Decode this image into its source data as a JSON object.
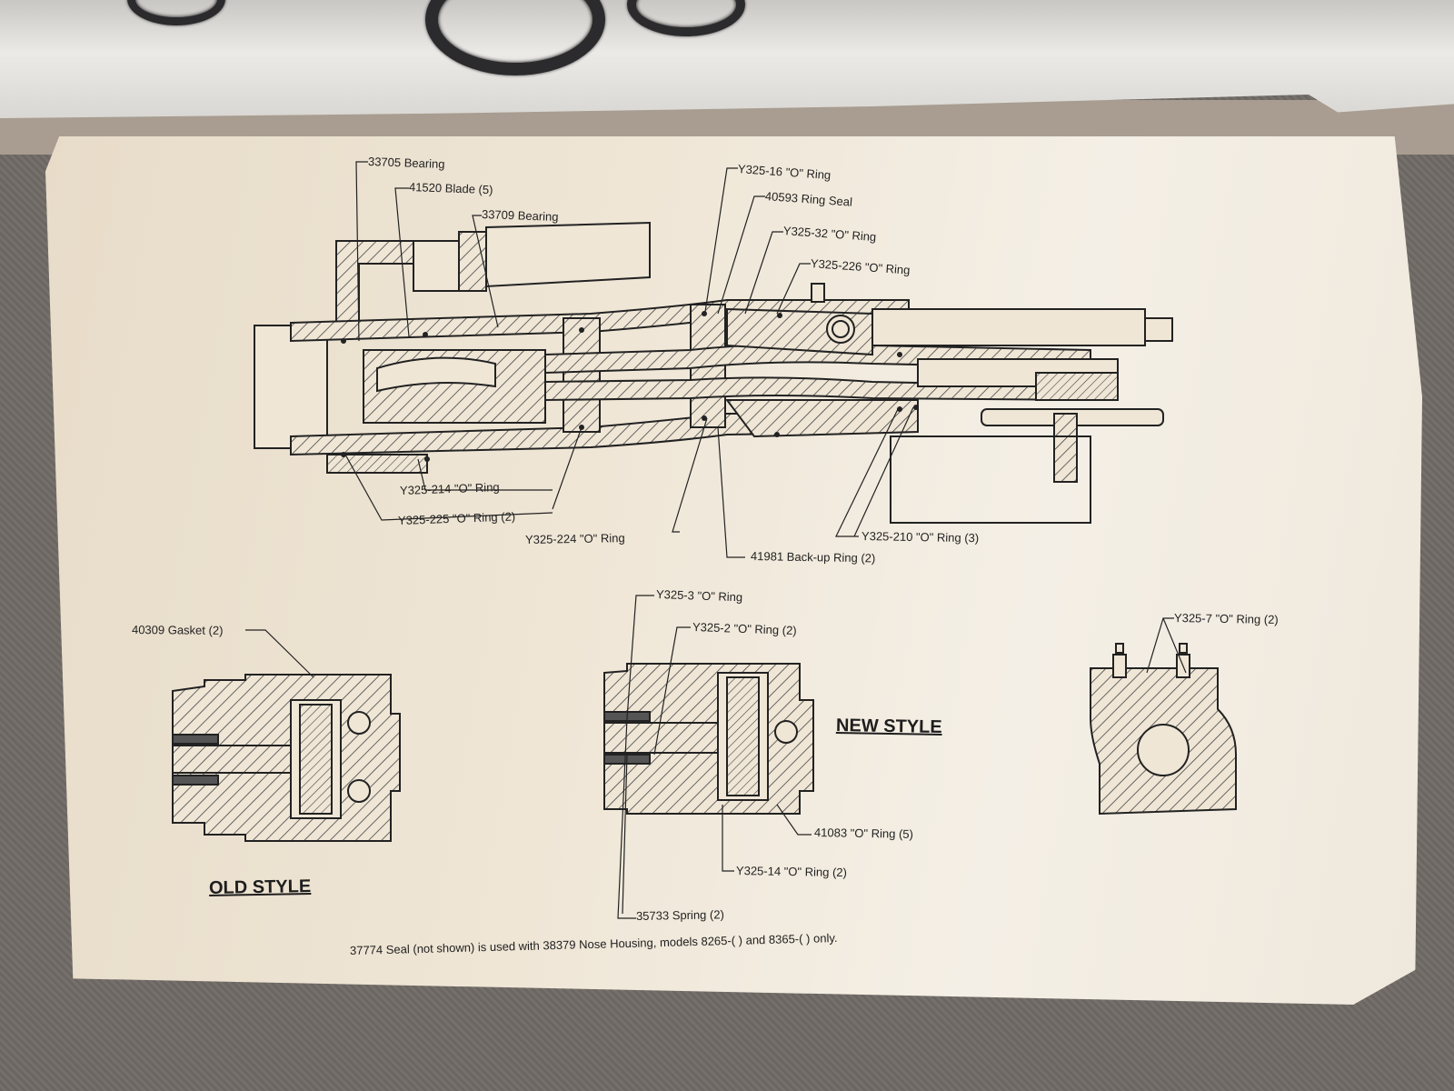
{
  "labels": {
    "bearing_33705": "33705 Bearing",
    "blade_41520": "41520 Blade (5)",
    "bearing_33709": "33709 Bearing",
    "oring_y325_16": "Y325-16 \"O\" Ring",
    "ring_seal_40593": "40593 Ring Seal",
    "oring_y325_32": "Y325-32 \"O\" Ring",
    "oring_y325_226": "Y325-226 \"O\" Ring",
    "oring_y325_214": "Y325-214 \"O\" Ring",
    "oring_y325_225": "Y325-225 \"O\" Ring (2)",
    "oring_y325_224": "Y325-224 \"O\" Ring",
    "backup_ring_41981": "41981 Back-up Ring (2)",
    "oring_y325_210": "Y325-210 \"O\" Ring (3)",
    "gasket_40309": "40309 Gasket (2)",
    "oring_y325_3": "Y325-3 \"O\" Ring",
    "oring_y325_2": "Y325-2 \"O\" Ring (2)",
    "oring_41083": "41083 \"O\" Ring (5)",
    "oring_y325_14": "Y325-14 \"O\" Ring (2)",
    "spring_35733": "35733 Spring (2)",
    "oring_y325_7": "Y325-7 \"O\" Ring (2)"
  },
  "titles": {
    "old_style": "OLD STYLE",
    "new_style": "NEW STYLE"
  },
  "footnote": "37774 Seal (not shown) is used with 38379 Nose Housing, models 8265-( ) and 8365-( ) only.",
  "colors": {
    "paper": "#efe6d6",
    "ink": "#222222",
    "carpet": "#6f6a66",
    "o_ring": "#2b2b2d"
  }
}
